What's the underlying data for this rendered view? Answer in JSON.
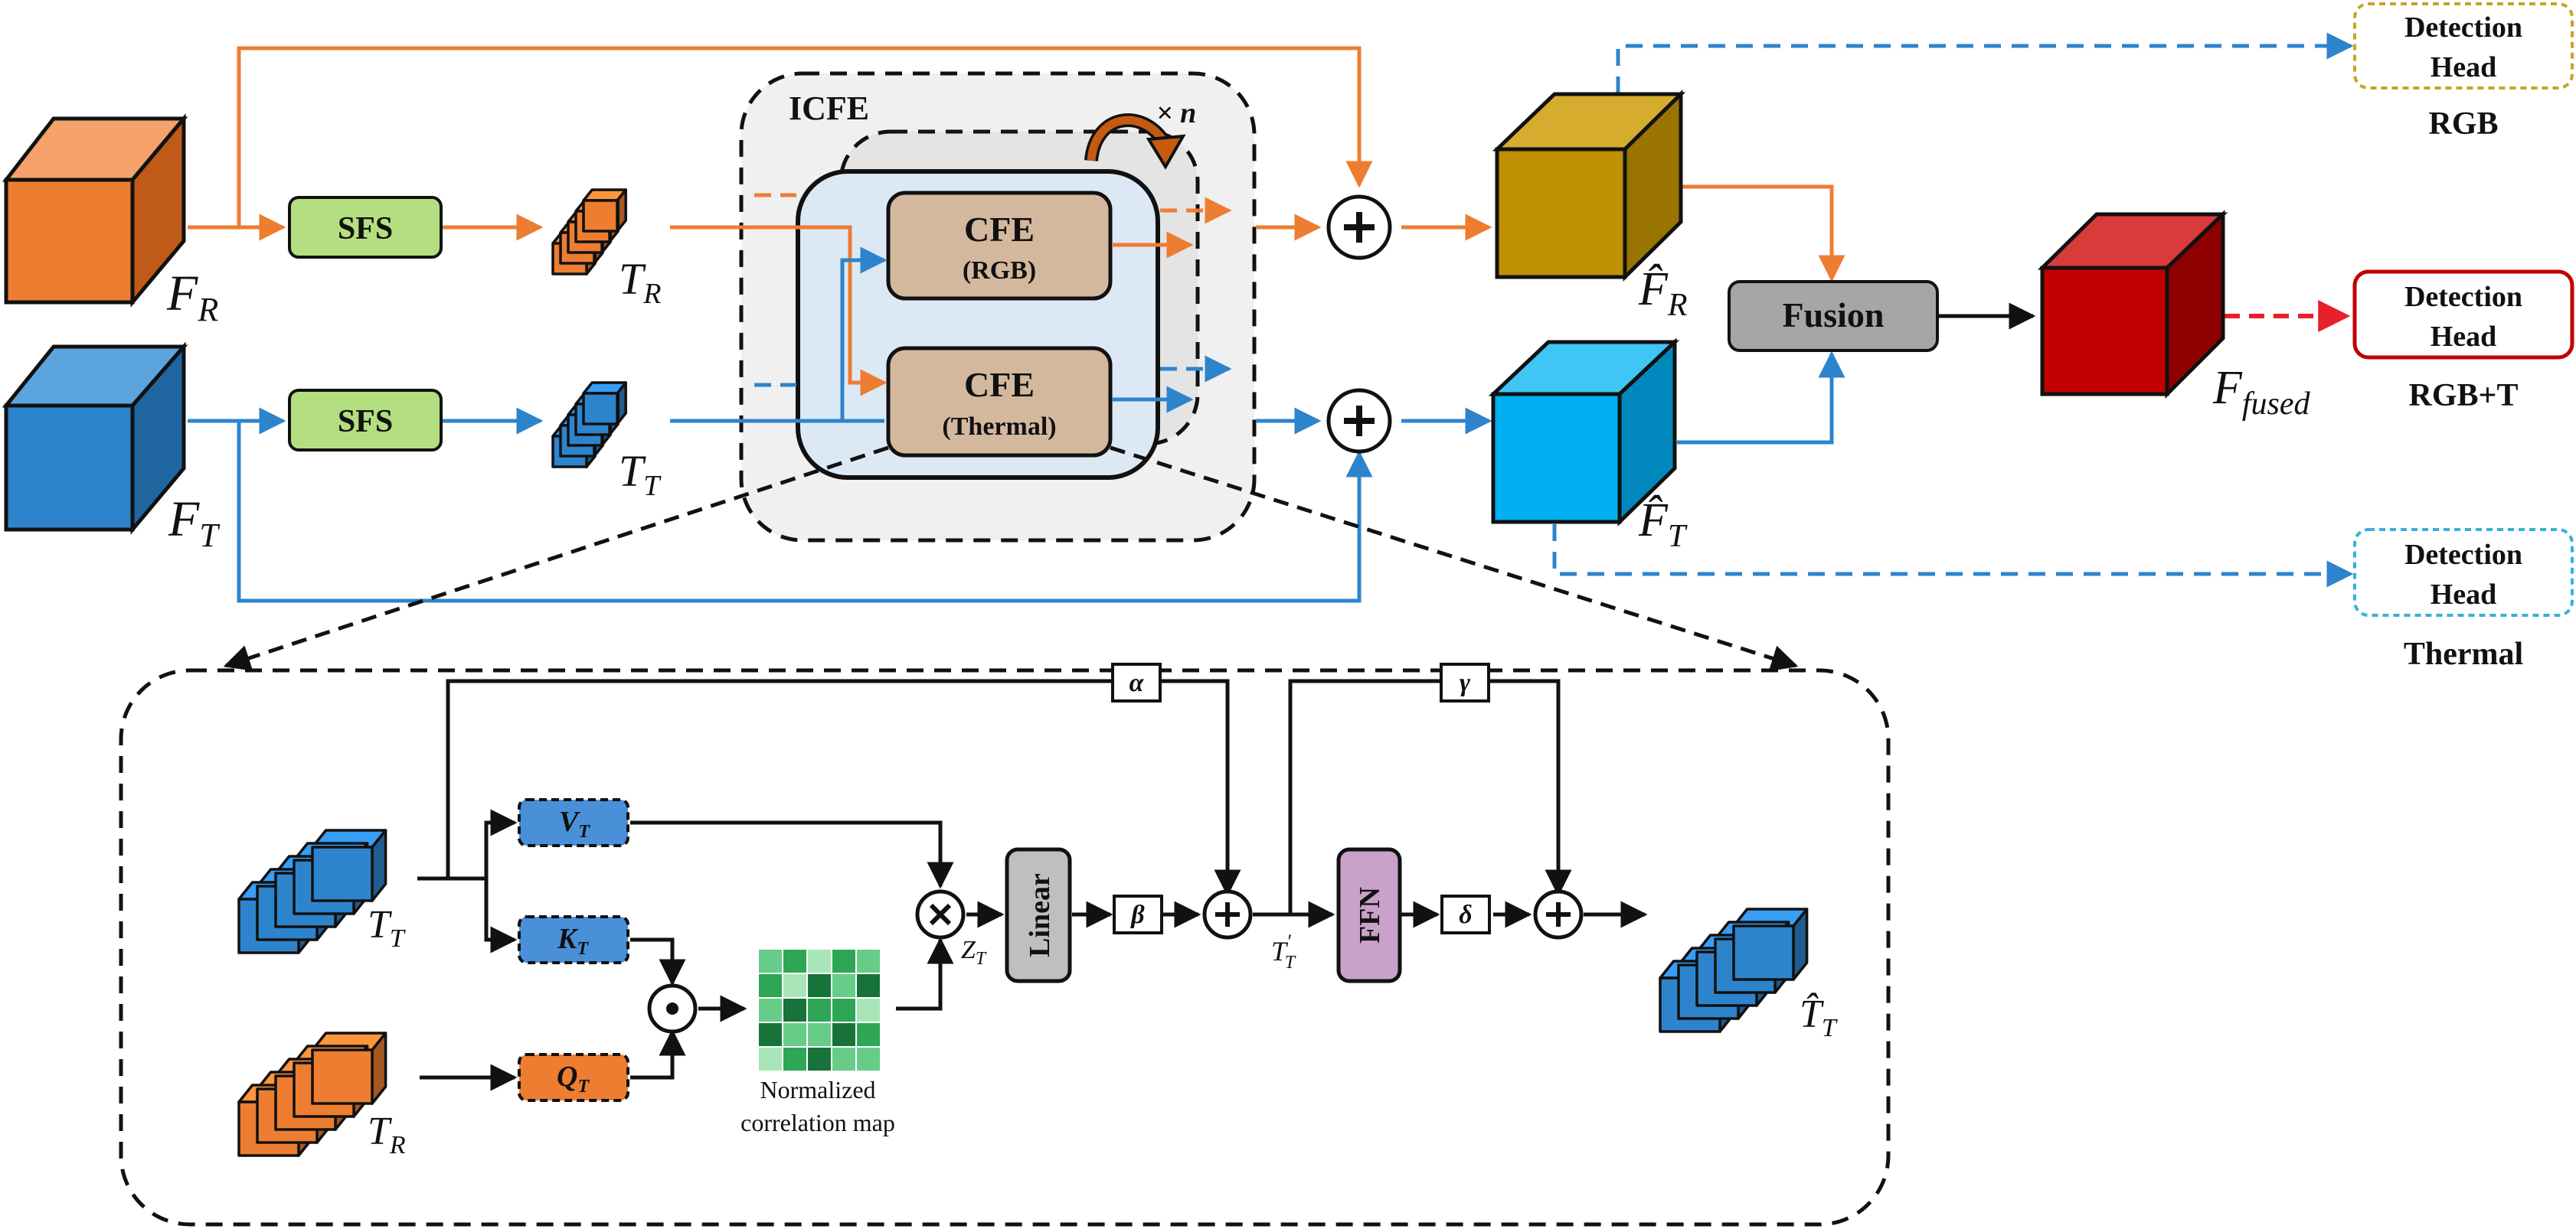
{
  "colors": {
    "rgb": "#ED7D31",
    "thermal": "#2E84CC",
    "black": "#111111",
    "sfs_fill": "#B4DF80",
    "cfe_fill": "#D4B89E",
    "icfe_fill": "#F0F0F0",
    "inner_fill": "#DCE9F5",
    "fusion_fill": "#A6A6A6",
    "fused_cube": "#C00000",
    "rgb_hat_cube": "#BF9000",
    "thermal_hat_cube": "#00B0F0",
    "linear_fill": "#BFBFBF",
    "ffn_fill": "#C8A2C8",
    "red_dash": "#E8202A",
    "head_rgb_border": "#C9A227",
    "head_fused_border": "#C00000",
    "head_thermal_border": "#3BAFDA"
  },
  "top": {
    "f_r": {
      "main": "F",
      "sub": "R"
    },
    "f_t": {
      "main": "F",
      "sub": "T"
    },
    "sfs_r": "SFS",
    "sfs_t": "SFS",
    "t_r": {
      "main": "T",
      "sub": "R"
    },
    "t_t": {
      "main": "T",
      "sub": "T"
    },
    "icfe_label": "ICFE",
    "repeat": "× n",
    "cfe_rgb": {
      "title": "CFE",
      "sub": "(RGB)"
    },
    "cfe_thermal": {
      "title": "CFE",
      "sub": "(Thermal)"
    },
    "f_r_hat": {
      "main": "F̂",
      "sub": "R"
    },
    "f_t_hat": {
      "main": "F̂",
      "sub": "T"
    },
    "fusion": "Fusion",
    "f_fused": {
      "main": "F",
      "sub": "fused"
    },
    "heads": [
      {
        "line1": "Detection",
        "line2": "Head",
        "caption": "RGB"
      },
      {
        "line1": "Detection",
        "line2": "Head",
        "caption": "RGB+T"
      },
      {
        "line1": "Detection",
        "line2": "Head",
        "caption": "Thermal"
      }
    ]
  },
  "bottom": {
    "t_t": {
      "main": "T",
      "sub": "T"
    },
    "t_r": {
      "main": "T",
      "sub": "R"
    },
    "v_t": {
      "main": "V",
      "sub": "T"
    },
    "k_t": {
      "main": "K",
      "sub": "T"
    },
    "q_t": {
      "main": "Q",
      "sub": "T"
    },
    "corr_caption_1": "Normalized",
    "corr_caption_2": "correlation map",
    "z_t": {
      "main": "Z",
      "sub": "T"
    },
    "linear": "Linear",
    "ffn": "FFN",
    "alpha": "α",
    "beta": "β",
    "gamma": "γ",
    "delta": "δ",
    "t_t_prime": {
      "main": "T",
      "sub": "T",
      "sup": "′"
    },
    "t_t_hat": {
      "main": "T̂",
      "sub": "T"
    },
    "corr_map": [
      [
        2,
        3,
        1,
        3,
        2
      ],
      [
        3,
        1,
        4,
        2,
        4
      ],
      [
        2,
        4,
        3,
        3,
        1
      ],
      [
        4,
        2,
        2,
        4,
        3
      ],
      [
        1,
        3,
        4,
        2,
        2
      ]
    ]
  }
}
